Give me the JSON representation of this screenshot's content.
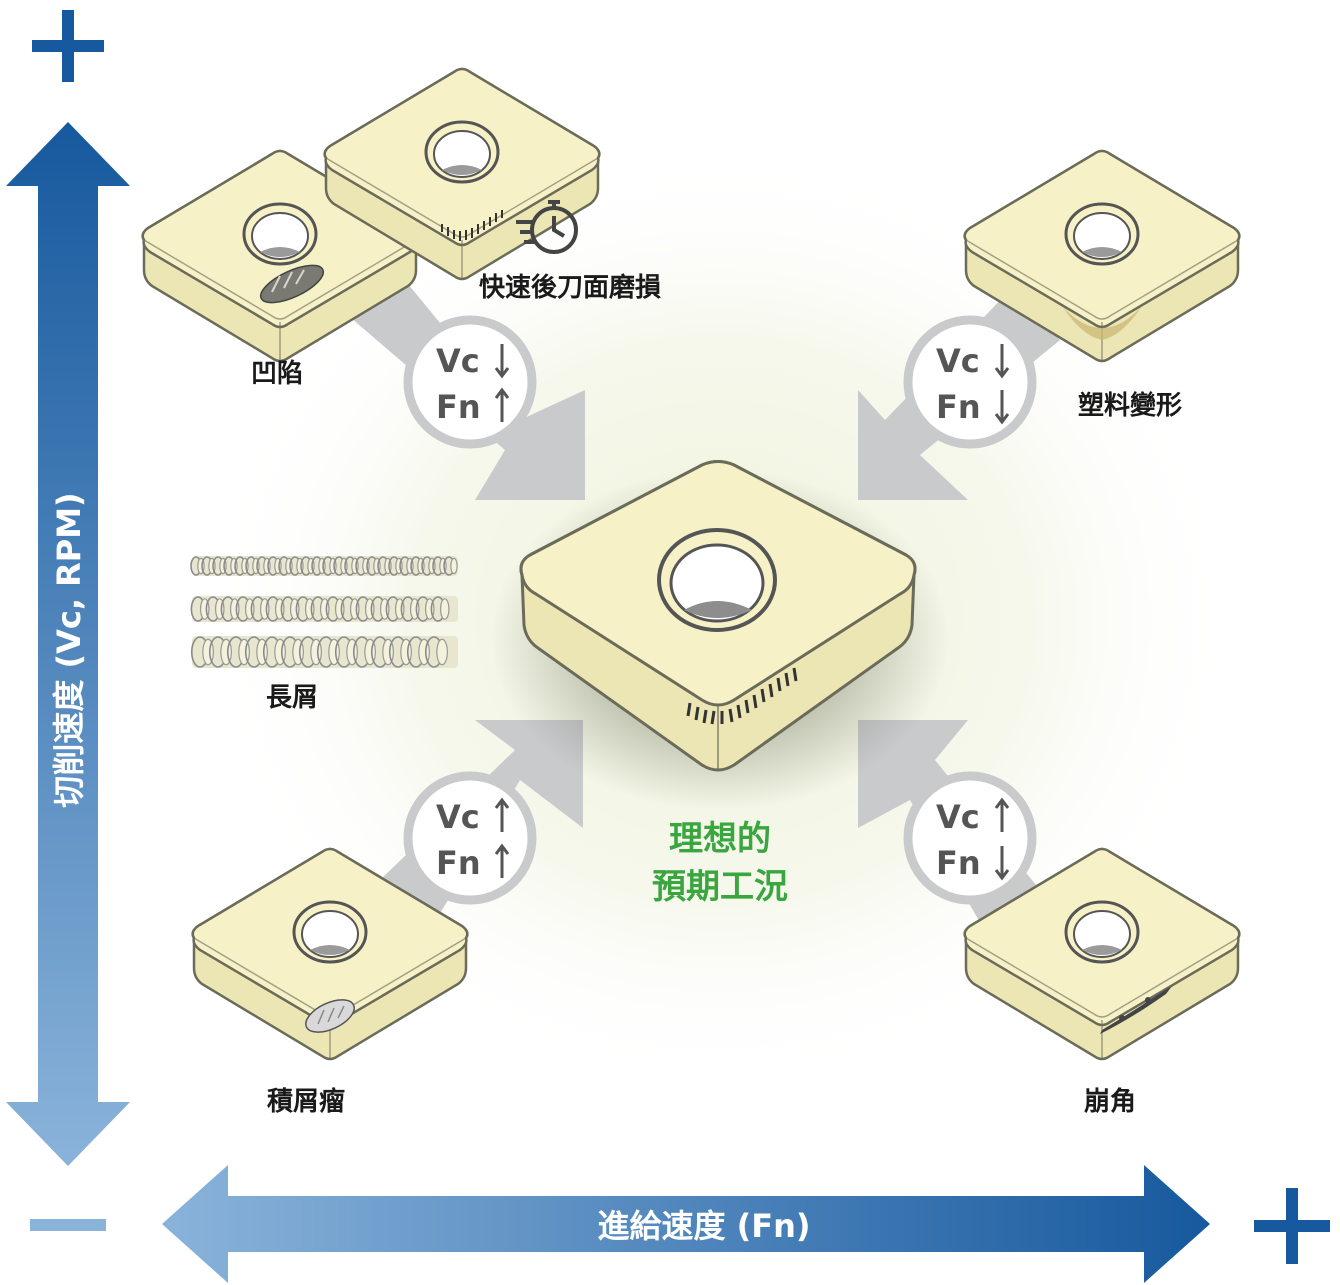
{
  "axes": {
    "y_label": "切削速度 (Vc, RPM)",
    "x_label": "進給速度 (Fn)"
  },
  "center": {
    "line1": "理想的",
    "line2": "預期工況"
  },
  "conditions": {
    "crater": {
      "label": "凹陷"
    },
    "flank_wear": {
      "label": "快速後刀面磨損"
    },
    "plastic_deformation": {
      "label": "塑料變形"
    },
    "long_chips": {
      "label": "長屑"
    },
    "built_up_edge": {
      "label": "積屑瘤"
    },
    "chipping": {
      "label": "崩角"
    }
  },
  "badges": {
    "top_left": {
      "vc": "Vc",
      "vc_arrow": "down",
      "fn": "Fn",
      "fn_arrow": "up"
    },
    "top_right": {
      "vc": "Vc",
      "vc_arrow": "down",
      "fn": "Fn",
      "fn_arrow": "down"
    },
    "bottom_left": {
      "vc": "Vc",
      "vc_arrow": "up",
      "fn": "Fn",
      "fn_arrow": "up"
    },
    "bottom_right": {
      "vc": "Vc",
      "vc_arrow": "up",
      "fn": "Fn",
      "fn_arrow": "down"
    }
  },
  "colors": {
    "axis_dark": "#17599e",
    "axis_light": "#8ab3da",
    "insert_top": "#f6f1c6",
    "insert_side": "#ece6b4",
    "arrow_gray": "#c9cacc",
    "center_green": "#3aa640"
  }
}
